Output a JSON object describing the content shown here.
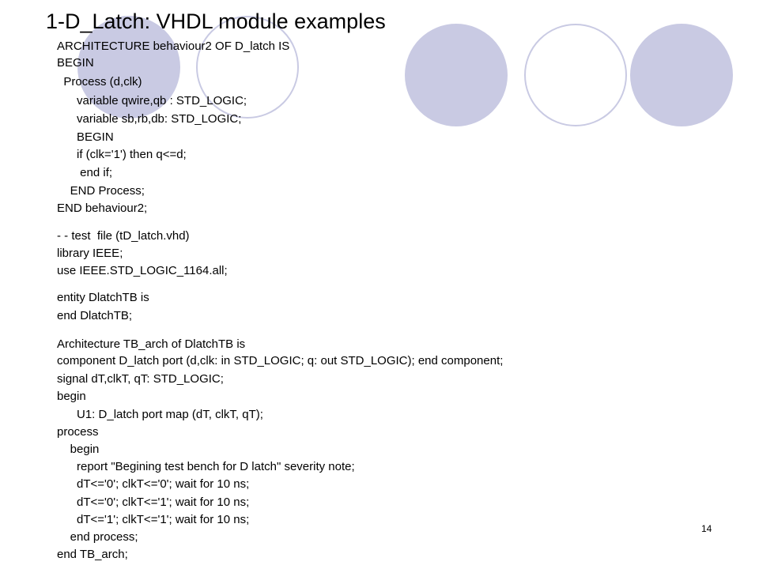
{
  "slide": {
    "title": "1-D_Latch: VHDL module examples",
    "page_number": "14",
    "decoration_color": "#c9cae3",
    "code_lines": [
      "ARCHITECTURE behaviour2 OF D_latch IS",
      "BEGIN",
      "  Process (d,clk)",
      "      variable qwire,qb : STD_LOGIC;",
      "      variable sb,rb,db: STD_LOGIC;",
      "      BEGIN",
      "      if (clk='1') then q<=d;",
      "       end if;",
      "    END Process;",
      "END behaviour2;",
      "- - test  file (tD_latch.vhd)",
      "library IEEE;",
      "use IEEE.STD_LOGIC_1164.all;",
      "entity DlatchTB is",
      "end DlatchTB;",
      "Architecture TB_arch of DlatchTB is",
      "component D_latch port (d,clk: in STD_LOGIC; q: out STD_LOGIC); end component;",
      "signal dT,clkT, qT: STD_LOGIC;",
      "begin",
      "      U1: D_latch port map (dT, clkT, qT);",
      "process",
      "    begin",
      "      report \"Begining test bench for D latch\" severity note;",
      "      dT<='0'; clkT<='0'; wait for 10 ns;",
      "      dT<='0'; clkT<='1'; wait for 10 ns;",
      "      dT<='1'; clkT<='1'; wait for 10 ns;",
      "    end process;",
      "end TB_arch;"
    ]
  }
}
